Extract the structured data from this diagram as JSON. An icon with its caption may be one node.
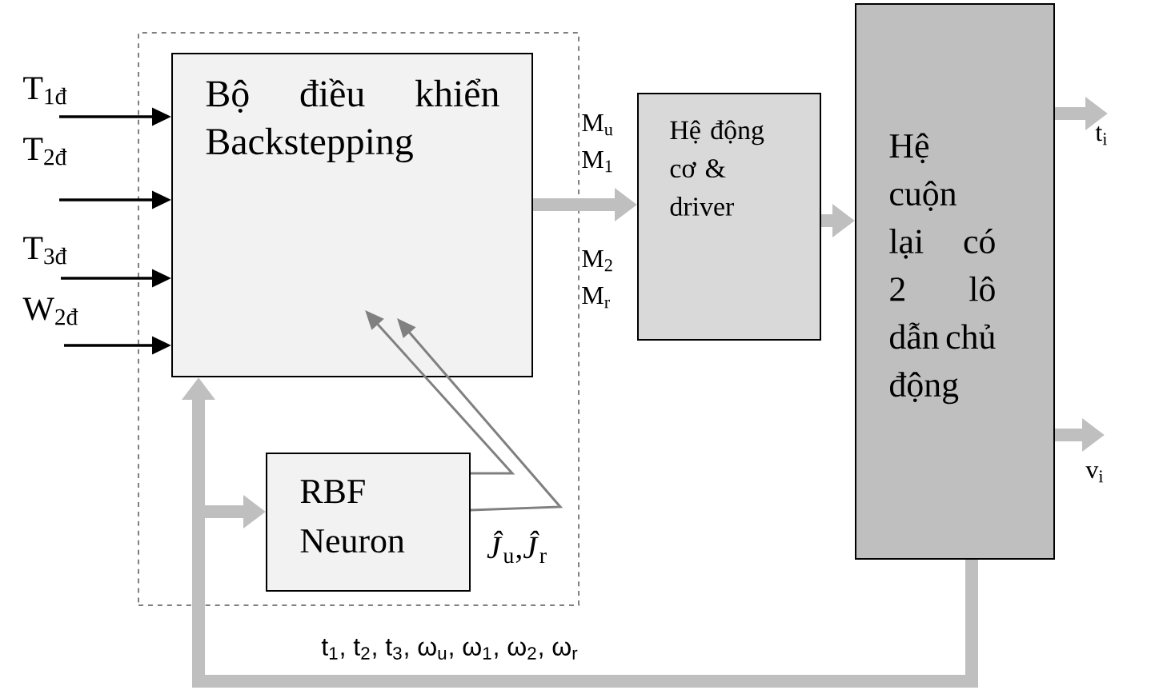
{
  "diagram": {
    "nodes": [
      {
        "text": [],
        "shape": "box"
      },
      {
        "text": [
          "Bộ điều khiển Backstepping"
        ],
        "in": 0
      },
      {
        "text": [
          "RBF Neuron"
        ],
        "in": 0
      },
      {
        "text": [
          "Hệ động cơ & driver"
        ]
      },
      {
        "text": [
          "Hệ cuộn lại có 2 lô dẫn chủ động"
        ]
      },
      {
        "text": [
          "T$_{1đ}$"
        ]
      },
      {
        "text": [
          "T$_{2đ}$"
        ]
      },
      {
        "text": [
          "T$_{3đ}$"
        ]
      },
      {
        "text": [
          "W$_{2đ}$"
        ]
      },
      {
        "text": [
          "t$_{i}$"
        ]
      },
      {
        "text": [
          "v$_{i}$"
        ]
      }
    ],
    "edges": [
      {
        "from": 5,
        "to": 1,
        "arrow": "to",
        "color": "#000000"
      },
      {
        "from": 6,
        "to": 1,
        "arrow": "to",
        "color": "#000000"
      },
      {
        "from": 7,
        "to": 1,
        "arrow": "to",
        "color": "#000000"
      },
      {
        "from": 8,
        "to": 1,
        "arrow": "to",
        "color": "#000000"
      },
      {
        "from": 1,
        "to": 3,
        "arrow": "to",
        "style": "thick",
        "color": "#bfbfbf"
      },
      {
        "from": 3,
        "to": 4,
        "arrow": "to",
        "style": "thick",
        "color": "#bfbfbf"
      },
      {
        "from": 4,
        "to": 9,
        "arrow": "to",
        "style": "thick",
        "color": "#bfbfbf"
      },
      {
        "from": 4,
        "to": 10,
        "arrow": "to",
        "style": "thick",
        "color": "#bfbfbf"
      },
      {
        "from": 4,
        "to": 1,
        "arrow": "to",
        "style": "thick",
        "color": "#bfbfbf",
        "label": "t$_{1}$, t$_{2}$, t$_{3}$, ω$_{u}$, ω$_{1}$, ω$_{2}$, ω$_{r}$"
      },
      {
        "from": 4,
        "to": 2,
        "arrow": "to",
        "style": "thick",
        "color": "#bfbfbf"
      },
      {
        "from": 2,
        "to": 1,
        "arrow": "to",
        "color": "#808080"
      },
      {
        "from": 2,
        "to": 1,
        "arrow": "to",
        "color": "#808080",
        "label": "*Ĵ*$_{u}$,*Ĵ*$_{r}$"
      }
    ],
    "labels": [
      "M$_{u}$",
      "M$_{1}$",
      "M$_{2}$",
      "M$_{r}$"
    ]
  }
}
